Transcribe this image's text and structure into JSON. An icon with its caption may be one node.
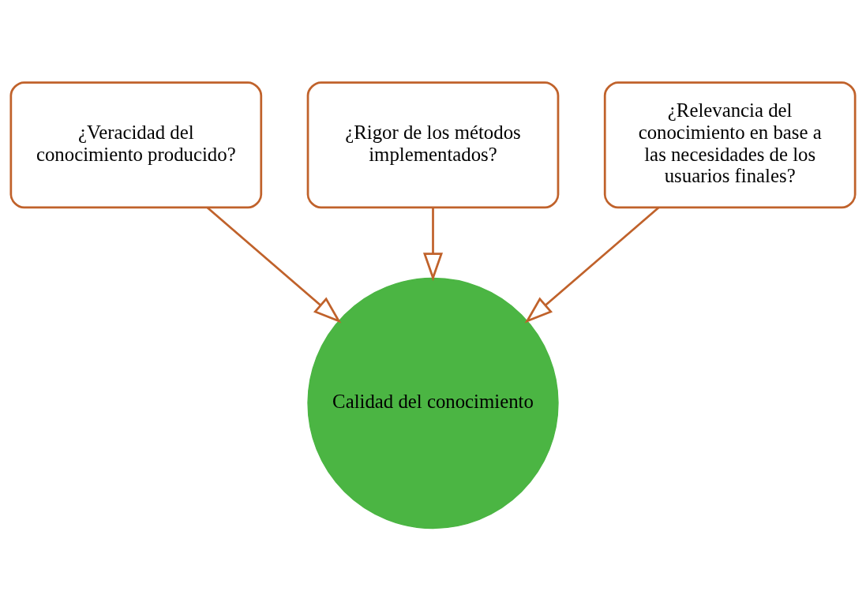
{
  "diagram": {
    "nodes": [
      {
        "text": [
          "¿Rigor de los métodos implementados?"
        ]
      },
      {
        "text": [
          "¿Veracidad del conocimiento producido?"
        ]
      },
      {
        "text": [
          "¿Relevancia del conocimiento en base a las necesidades de los usuarios finales?"
        ]
      },
      {
        "text": [
          "Calidad del conocimiento"
        ]
      }
    ],
    "edges": [
      {
        "from": 1,
        "to": 3,
        "arrow": "to"
      },
      {
        "from": 0,
        "to": 3,
        "arrow": "to"
      },
      {
        "from": 2,
        "to": 3,
        "arrow": "to"
      }
    ]
  }
}
